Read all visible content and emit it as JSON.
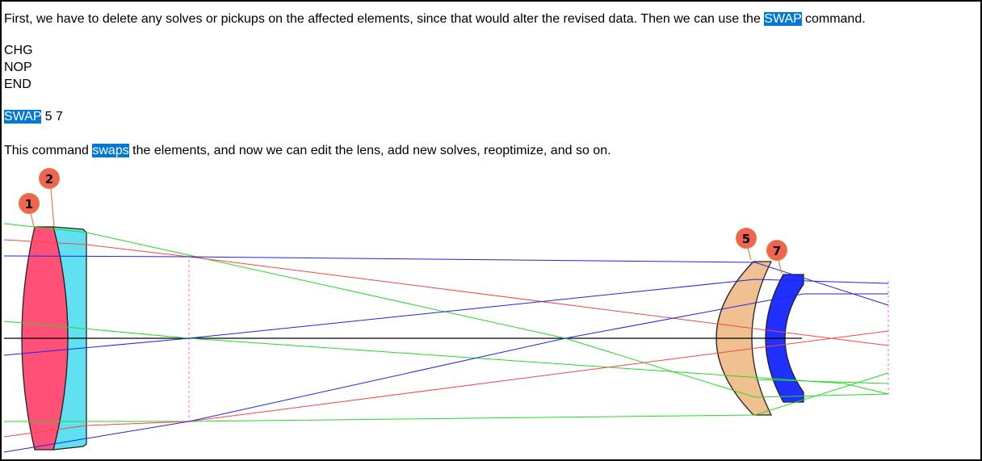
{
  "text": {
    "intro_before": "First, we have to delete any solves or pickups on the affected elements, since that would alter the revised data.  Then we can use the ",
    "intro_highlight": "SWAP",
    "intro_after": " command.",
    "commands": [
      "CHG",
      "NOP",
      "END"
    ],
    "swap_highlight": "SWAP",
    "swap_args": " 5 7",
    "outro_before": "This command ",
    "outro_highlight": "swaps",
    "outro_after": " the elements, and now we can edit the lens, add new solves, reoptimize, and so on."
  },
  "diagram": {
    "labels": [
      "1",
      "2",
      "5",
      "7"
    ],
    "colors": {
      "highlight": "#0078d7",
      "element1": "#ff5078",
      "element2": "#60e0f0",
      "element5": "#f0c090",
      "element7": "#2030ff",
      "label_fill": "#f06450"
    }
  }
}
